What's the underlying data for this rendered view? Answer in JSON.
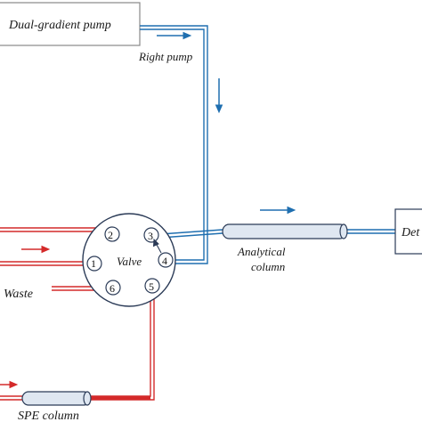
{
  "diagram": {
    "pump_label": "Dual-gradient pump",
    "right_pump_label": "Right pump",
    "valve_label": "Valve",
    "analytical_column_line1": "Analytical",
    "analytical_column_line2": "column",
    "detector_label": "Det",
    "waste_label": "Waste",
    "spe_column_label": "SPE column",
    "port_labels": [
      "1",
      "2",
      "3",
      "4",
      "5",
      "6"
    ],
    "colors": {
      "blue_line": "#1f6fb0",
      "red_line": "#d42a2a",
      "outline": "#2b3b57",
      "column_fill": "#dfe7f1"
    }
  }
}
